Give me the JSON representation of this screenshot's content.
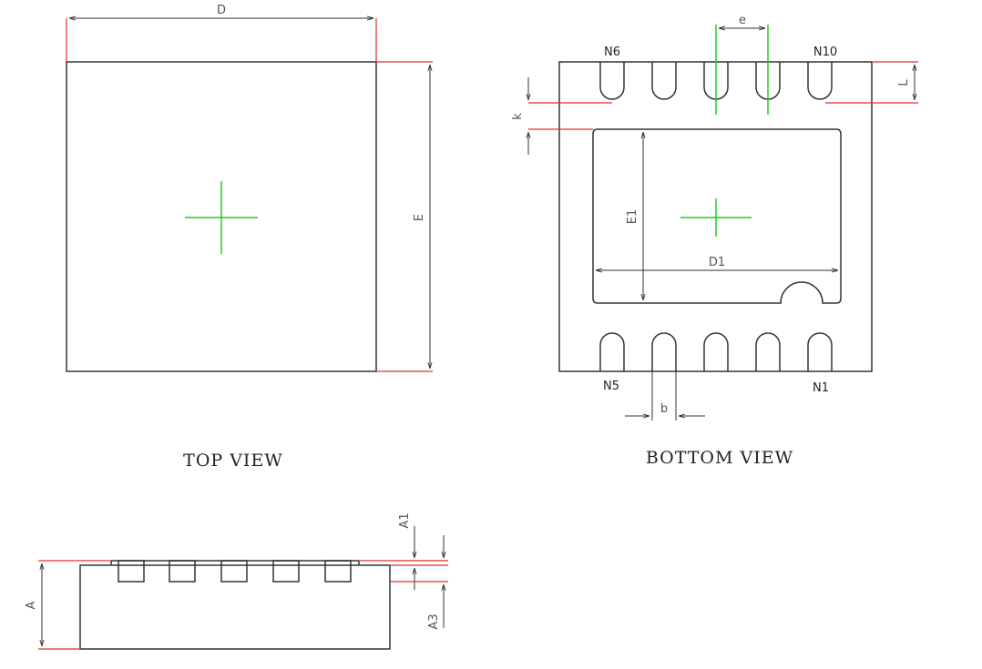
{
  "colors": {
    "outline": "#333333",
    "reference_line": "#e03030",
    "centerline": "#22cc22",
    "dimension_text": "#555555"
  },
  "views": {
    "top": {
      "title": "TOP VIEW"
    },
    "bottom": {
      "title": "BOTTOM VIEW"
    }
  },
  "dimensions": {
    "D": "D",
    "E": "E",
    "e": "e",
    "L": "L",
    "k": "k",
    "E1": "E1",
    "D1": "D1",
    "b": "b",
    "A": "A",
    "A1": "A1",
    "A3": "A3"
  },
  "pins": {
    "top_left": "N6",
    "top_right": "N10",
    "bottom_left": "N5",
    "bottom_right": "N1",
    "count_per_side": 5
  }
}
